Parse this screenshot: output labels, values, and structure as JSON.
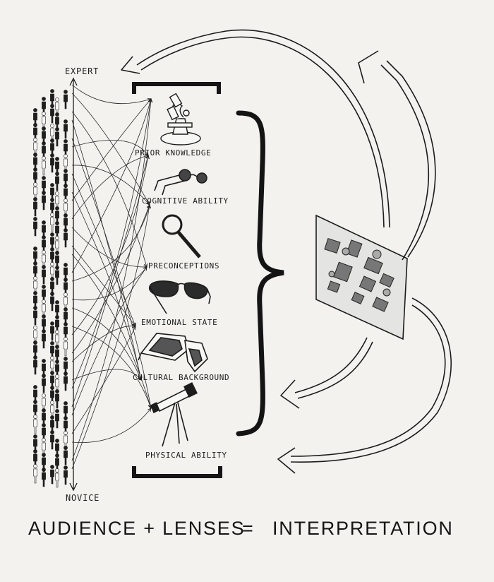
{
  "axis": {
    "top": "EXPERT",
    "bottom": "NOVICE"
  },
  "lenses": [
    {
      "label": "PRIOR KNOWLEDGE",
      "icon": "microscope-icon"
    },
    {
      "label": "COGNITIVE ABILITY",
      "icon": "reading-glasses-icon"
    },
    {
      "label": "PRECONCEPTIONS",
      "icon": "magnifying-glass-icon"
    },
    {
      "label": "EMOTIONAL STATE",
      "icon": "sunglasses-icon"
    },
    {
      "label": "CULTURAL BACKGROUND",
      "icon": "3d-glasses-icon"
    },
    {
      "label": "PHYSICAL ABILITY",
      "icon": "telescope-icon"
    }
  ],
  "equation": {
    "left": "AUDIENCE + LENSES",
    "equals": "=",
    "right": "INTERPRETATION"
  },
  "colors": {
    "ink": "#1c1c1c",
    "paper": "#f3f2ee"
  }
}
